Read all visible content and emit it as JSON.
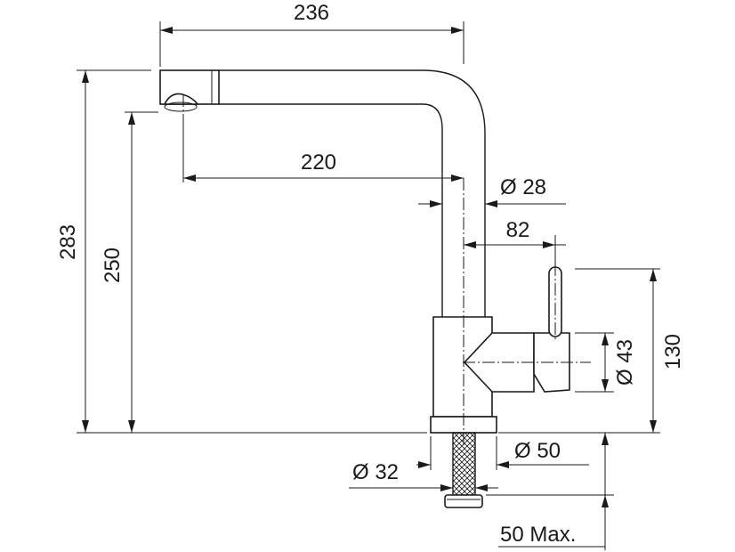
{
  "dimensions": {
    "overall_width": "236",
    "spout_reach": "220",
    "tube_diameter": "Ø 28",
    "lever_offset": "82",
    "overall_height": "283",
    "spout_height": "250",
    "body_height": "130",
    "body_diameter": "Ø 43",
    "base_diameter": "Ø 50",
    "hole_diameter": "Ø 32",
    "max_thickness": "50 Max."
  }
}
